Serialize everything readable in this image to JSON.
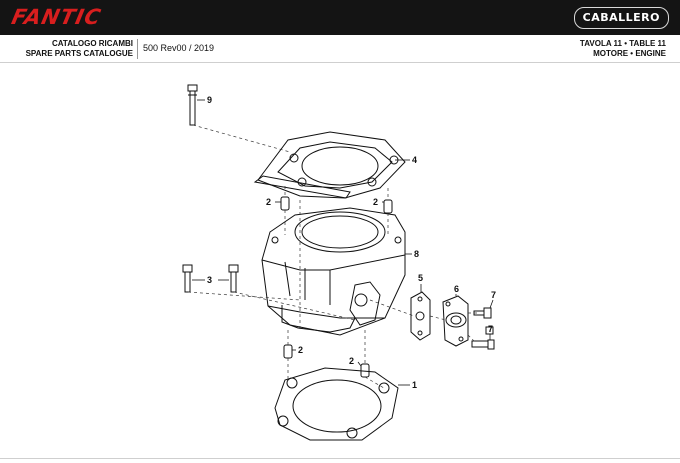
{
  "header": {
    "brand": "FANTIC",
    "model_badge": "CABALLERO",
    "catalog_line1": "CATALOGO RICAMBI",
    "catalog_line2": "SPARE PARTS CATALOGUE",
    "revision": "500 Rev00 / 2019",
    "table_line1": "TAVOLA 11 • TABLE 11",
    "table_line2": "MOTORE • ENGINE"
  },
  "callouts": {
    "c1": "1",
    "c2a": "2",
    "c2b": "2",
    "c2c": "2",
    "c2d": "2",
    "c3": "3",
    "c4": "4",
    "c5": "5",
    "c6": "6",
    "c7a": "7",
    "c7b": "7",
    "c8": "8",
    "c9": "9"
  },
  "colors": {
    "brand_red": "#d81e1e",
    "bar": "#141414"
  }
}
